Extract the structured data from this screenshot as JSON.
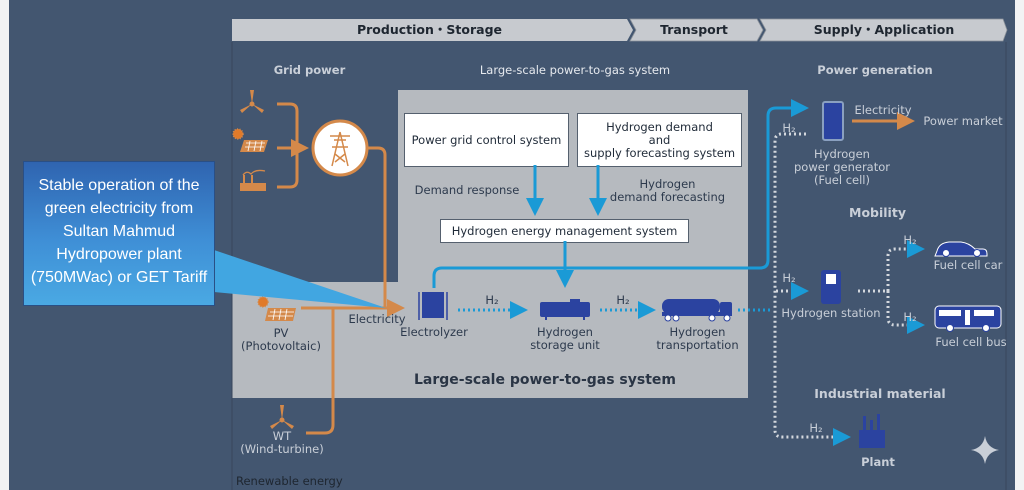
{
  "header": {
    "stages": [
      "Production・Storage",
      "Transport",
      "Supply・Application"
    ]
  },
  "sections": {
    "grid_power": "Grid power",
    "p2g_top": "Large-scale power-to-gas system",
    "p2g_bottom": "Large-scale power-to-gas system",
    "renewable": "Renewable energy",
    "power_generation": "Power generation",
    "mobility": "Mobility",
    "industrial": "Industrial material"
  },
  "boxes": {
    "power_grid_control": "Power grid control system",
    "h2_forecast_l1": "Hydrogen demand",
    "h2_forecast_l2": "and",
    "h2_forecast_l3": "supply forecasting system",
    "hems": "Hydrogen energy management system"
  },
  "flow_labels": {
    "demand_response": "Demand response",
    "h2_demand_forecasting_l1": "Hydrogen",
    "h2_demand_forecasting_l2": "demand forecasting",
    "electricity_in": "Electricity",
    "electricity_out": "Electricity",
    "h2": "H₂"
  },
  "nodes": {
    "pv_l1": "PV",
    "pv_l2": "(Photovoltaic)",
    "wt_l1": "WT",
    "wt_l2": "(Wind-turbine)",
    "electrolyzer": "Electrolyzer",
    "storage_l1": "Hydrogen",
    "storage_l2": "storage unit",
    "transport_l1": "Hydrogen",
    "transport_l2": "transportation",
    "fuelcell_l1": "Hydrogen",
    "fuelcell_l2": "power generator",
    "fuelcell_l3": "(Fuel cell)",
    "power_market": "Power market",
    "h2_station": "Hydrogen station",
    "fc_car": "Fuel cell car",
    "fc_bus": "Fuel cell bus",
    "plant": "Plant"
  },
  "callout": {
    "text": "Stable operation of the green electricity from Sultan Mahmud Hydropower plant (750MWac) or GET Tariff"
  },
  "colors": {
    "background": "#435670",
    "orange": "#d4894a",
    "blue_flow": "#1a9ad6",
    "icon_blue": "#2b43a0",
    "panel_gray": "#b6babf"
  }
}
